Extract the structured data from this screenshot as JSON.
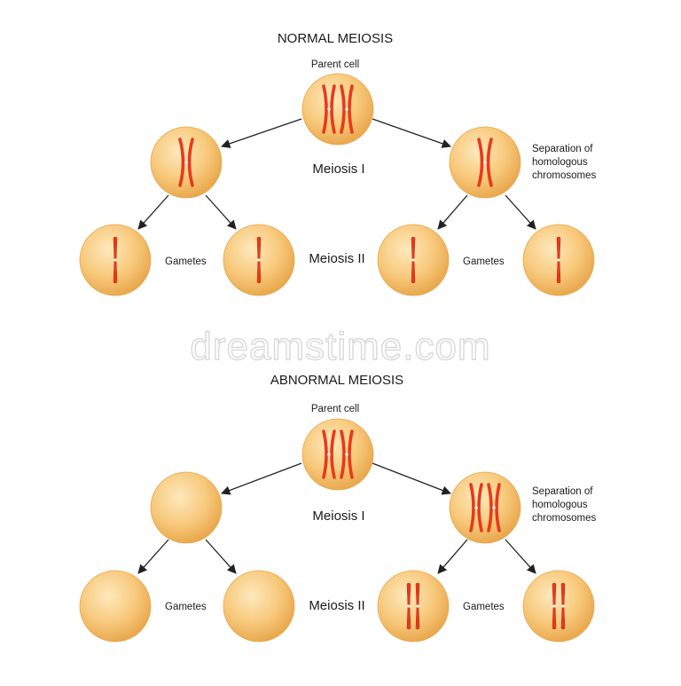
{
  "colors": {
    "cell_light": "#fde9bd",
    "cell_mid": "#f8c97c",
    "cell_dark": "#e9a94f",
    "chromosome": "#e8391c",
    "chromosome_dark": "#b8250c",
    "arrow": "#222222"
  },
  "icons": {
    "arrow": "arrow-icon",
    "chromosome": "chromosome-icon"
  },
  "normal": {
    "title": "NORMAL MEIOSIS",
    "parent_label": "Parent cell",
    "meiosis1_label": "Meiosis I",
    "meiosis2_label": "Meiosis II",
    "separation_label": [
      "Separation of",
      "homologous",
      "chromosomes"
    ],
    "gametes_left": "Gametes",
    "gametes_right": "Gametes"
  },
  "watermark": "dreamstime.com",
  "abnormal": {
    "title": "ABNORMAL MEIOSIS",
    "parent_label": "Parent cell",
    "meiosis1_label": "Meiosis I",
    "meiosis2_label": "Meiosis II",
    "separation_label": [
      "Separation of",
      "homologous",
      "chromosomes"
    ],
    "gametes_left": "Gametes",
    "gametes_right": "Gametes"
  }
}
